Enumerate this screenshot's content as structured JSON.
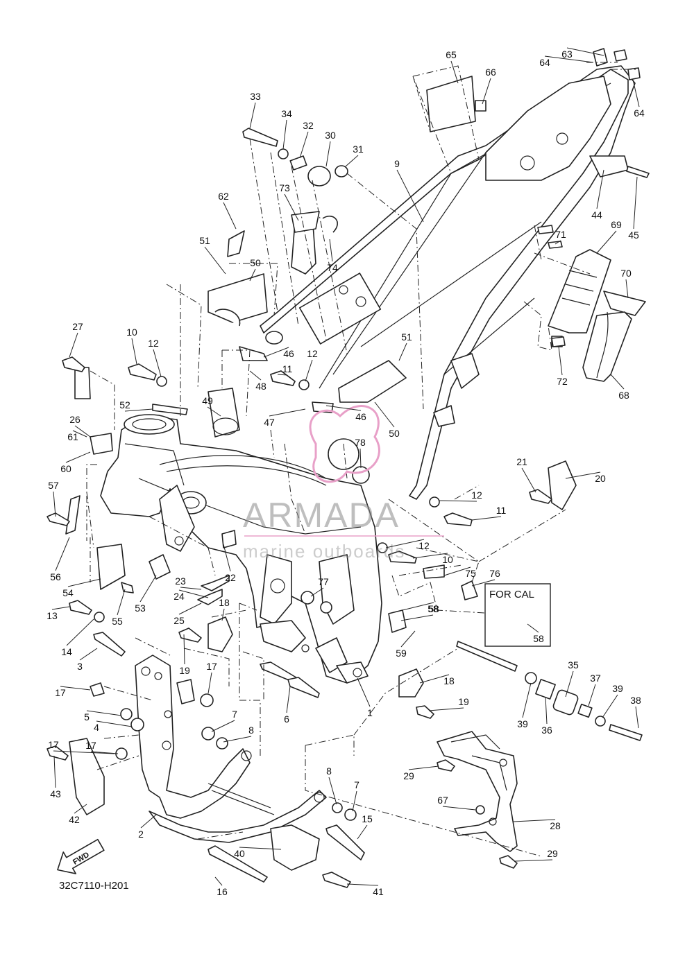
{
  "diagram_code": "32C7110-H201",
  "fwd_label": "FWD",
  "inset_label": "FOR CAL",
  "watermark": {
    "brand": "ARMADA",
    "tagline": "marine outboards"
  },
  "callouts": [
    "1",
    "2",
    "3",
    "4",
    "5",
    "6",
    "7",
    "7",
    "8",
    "8",
    "9",
    "10",
    "10",
    "11",
    "11",
    "12",
    "12",
    "12",
    "12",
    "13",
    "14",
    "15",
    "16",
    "17",
    "17",
    "17",
    "17",
    "18",
    "18",
    "19",
    "19",
    "20",
    "21",
    "22",
    "23",
    "24",
    "25",
    "26",
    "27",
    "28",
    "29",
    "29",
    "30",
    "31",
    "32",
    "33",
    "34",
    "35",
    "36",
    "37",
    "38",
    "39",
    "39",
    "40",
    "41",
    "42",
    "43",
    "44",
    "45",
    "46",
    "46",
    "47",
    "48",
    "49",
    "50",
    "50",
    "51",
    "51",
    "52",
    "53",
    "54",
    "55",
    "56",
    "57",
    "58",
    "58",
    "58",
    "59",
    "60",
    "61",
    "62",
    "63",
    "64",
    "64",
    "65",
    "66",
    "67",
    "68",
    "69",
    "70",
    "71",
    "72",
    "73",
    "74",
    "75",
    "76",
    "77",
    "78"
  ],
  "colors": {
    "line": "#222222",
    "watermark": "#e8a0c8"
  }
}
